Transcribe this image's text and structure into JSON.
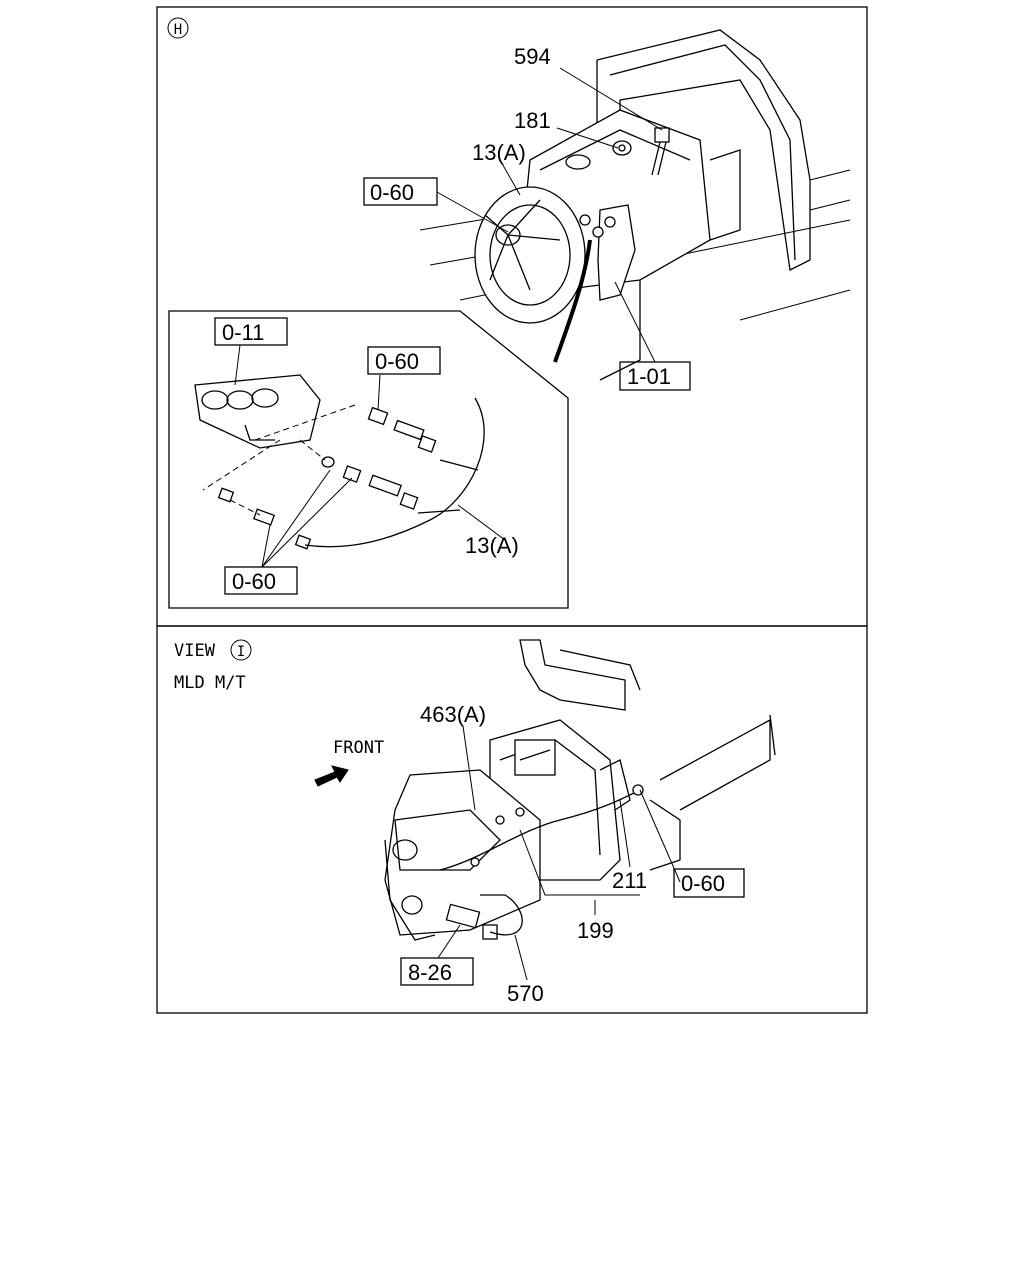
{
  "panel_top": {
    "view_marker": "H",
    "callouts": {
      "c594": "594",
      "c181": "181",
      "c13a_top": "13(A)",
      "c060_top": "0-60",
      "c101": "1-01"
    },
    "inset": {
      "c011": "0-11",
      "c060_upper": "0-60",
      "c13a_inset": "13(A)",
      "c060_lower": "0-60"
    }
  },
  "panel_bottom": {
    "view_label": "VIEW",
    "view_marker": "I",
    "subtitle": "MLD M/T",
    "front_label": "FRONT",
    "callouts": {
      "c463a": "463(A)",
      "c211": "211",
      "c060": "0-60",
      "c199": "199",
      "c826": "8-26",
      "c570": "570"
    }
  }
}
